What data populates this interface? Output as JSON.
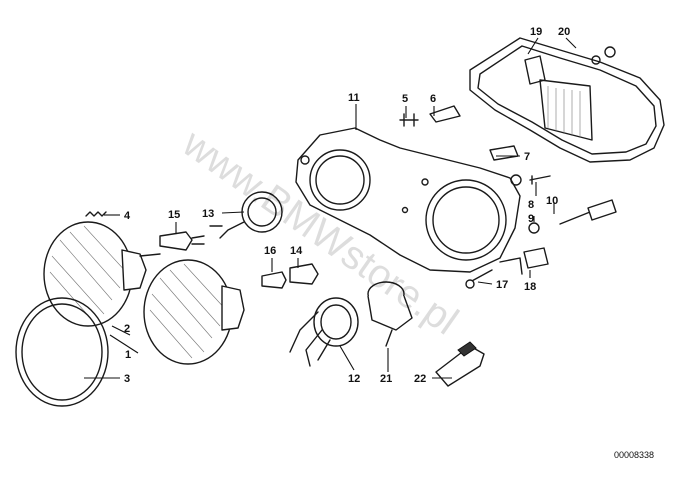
{
  "callouts": [
    {
      "n": "1"
    },
    {
      "n": "2"
    },
    {
      "n": "3"
    },
    {
      "n": "4"
    },
    {
      "n": "5"
    },
    {
      "n": "6"
    },
    {
      "n": "7"
    },
    {
      "n": "8"
    },
    {
      "n": "9"
    },
    {
      "n": "10"
    },
    {
      "n": "11"
    },
    {
      "n": "12"
    },
    {
      "n": "13"
    },
    {
      "n": "14"
    },
    {
      "n": "15"
    },
    {
      "n": "16"
    },
    {
      "n": "17"
    },
    {
      "n": "18"
    },
    {
      "n": "19"
    },
    {
      "n": "20"
    },
    {
      "n": "21"
    },
    {
      "n": "22"
    }
  ],
  "reference_number": "00008338",
  "watermark": "www.BMWstore.pl"
}
